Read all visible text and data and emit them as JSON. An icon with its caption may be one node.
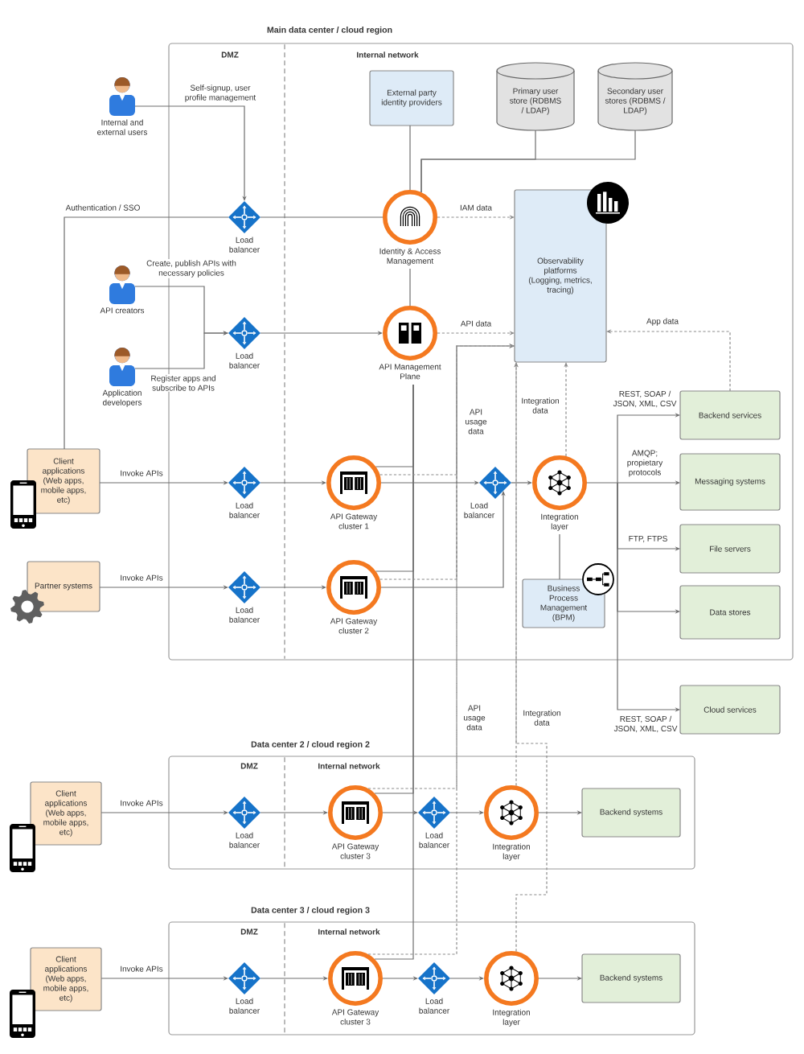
{
  "diagram": {
    "nodes": [
      {
        "text": [
          "Main data center / cloud region"
        ]
      },
      {
        "text": [
          "External party identity providers"
        ],
        "in": 0
      },
      {
        "text": [
          "Primary user store (RDBMS / LDAP)"
        ],
        "in": 0
      },
      {
        "text": [
          "Secondary user stores (RDBMS / LDAP)"
        ],
        "in": 0
      },
      {
        "text": [
          "Internal and external users"
        ]
      },
      {
        "text": [
          "Load balancer"
        ],
        "in": 0
      },
      {
        "text": [
          "Identity & Access Management"
        ],
        "in": 0
      },
      {
        "text": [
          "Observability platforms (Logging, metrics, tracing)"
        ],
        "in": 0
      },
      {
        "text": [
          "API creators"
        ]
      },
      {
        "text": [
          "Application developers"
        ]
      },
      {
        "text": [
          "Load balancer"
        ],
        "in": 0
      },
      {
        "text": [
          "API Management Plane"
        ],
        "in": 0
      },
      {
        "text": [
          "Backend services"
        ],
        "in": 0
      },
      {
        "text": [
          "Client applications (Web apps, mobile apps, etc)"
        ]
      },
      {
        "text": [
          "Load balancer"
        ],
        "in": 0
      },
      {
        "text": [
          "API Gateway cluster 1"
        ],
        "in": 0
      },
      {
        "text": [
          "Load balancer"
        ],
        "in": 0
      },
      {
        "text": [
          "Integration layer"
        ],
        "in": 0
      },
      {
        "text": [
          "Messaging systems"
        ],
        "in": 0
      },
      {
        "text": [
          "File servers"
        ],
        "in": 0
      },
      {
        "text": [
          "Partner systems"
        ]
      },
      {
        "text": [
          "Load balancer"
        ],
        "in": 0
      },
      {
        "text": [
          "API Gateway cluster 2"
        ],
        "in": 0
      },
      {
        "text": [
          "Business Process Management (BPM)"
        ],
        "in": 0
      },
      {
        "text": [
          "Data stores"
        ],
        "in": 0
      },
      {
        "text": [
          "Cloud services"
        ]
      },
      {
        "text": [
          "Data center 2 / cloud region 2"
        ]
      },
      {
        "text": [
          "Client applications (Web apps, mobile apps, etc)"
        ]
      },
      {
        "text": [
          "Load balancer"
        ],
        "in": 26
      },
      {
        "text": [
          "API Gateway cluster 3"
        ],
        "in": 26
      },
      {
        "text": [
          "Load balancer"
        ],
        "in": 26
      },
      {
        "text": [
          "Integration layer"
        ],
        "in": 26
      },
      {
        "text": [
          "Backend systems"
        ],
        "in": 26
      },
      {
        "text": [
          "Data center 3 / cloud region 3"
        ]
      },
      {
        "text": [
          "Client applications (Web apps, mobile apps, etc)"
        ]
      },
      {
        "text": [
          "Load balancer"
        ],
        "in": 33
      },
      {
        "text": [
          "API Gateway cluster 3"
        ],
        "in": 33
      },
      {
        "text": [
          "Load balancer"
        ],
        "in": 33
      },
      {
        "text": [
          "Integration layer"
        ],
        "in": 33
      },
      {
        "text": [
          "Backend systems"
        ],
        "in": 33
      }
    ],
    "edges": [
      {
        "from": 4,
        "to": 5,
        "arrow": "to",
        "label": "Self-signup, user profile management"
      },
      {
        "from": 13,
        "to": 5,
        "arrow": "none",
        "label": "Authentication / SSO"
      },
      {
        "from": 5,
        "to": 6,
        "arrow": "none"
      },
      {
        "from": 6,
        "to": 1,
        "arrow": "none"
      },
      {
        "from": 6,
        "to": 2,
        "arrow": "none"
      },
      {
        "from": 6,
        "to": 3,
        "arrow": "none"
      },
      {
        "from": 6,
        "to": 7,
        "arrow": "to",
        "style": "dashed",
        "label": "IAM data"
      },
      {
        "from": 8,
        "to": 10,
        "arrow": "to",
        "label": "Create, publish APIs with necessary policies"
      },
      {
        "from": 9,
        "to": 10,
        "arrow": "to",
        "label": "Register apps and subscribe to APIs"
      },
      {
        "from": 10,
        "to": 11,
        "arrow": "to"
      },
      {
        "from": 11,
        "to": 7,
        "arrow": "to",
        "style": "dashed",
        "label": "API data"
      },
      {
        "from": 6,
        "to": 11,
        "arrow": "none"
      },
      {
        "from": 12,
        "to": 7,
        "arrow": "to",
        "style": "dashed",
        "label": "App data"
      },
      {
        "from": 13,
        "to": 14,
        "arrow": "to",
        "label": "Invoke APIs"
      },
      {
        "from": 14,
        "to": 15,
        "arrow": "to"
      },
      {
        "from": 11,
        "to": 15,
        "arrow": "none"
      },
      {
        "from": 11,
        "to": 22,
        "arrow": "none"
      },
      {
        "from": 11,
        "to": 29,
        "arrow": "none"
      },
      {
        "from": 11,
        "to": 36,
        "arrow": "none"
      },
      {
        "from": 15,
        "to": 7,
        "arrow": "to",
        "style": "dashed",
        "label": "API usage data"
      },
      {
        "from": 22,
        "to": 7,
        "arrow": "to",
        "style": "dashed"
      },
      {
        "from": 29,
        "to": 7,
        "arrow": "to",
        "style": "dashed",
        "label": "API usage data"
      },
      {
        "from": 36,
        "to": 7,
        "arrow": "to",
        "style": "dashed"
      },
      {
        "from": 15,
        "to": 16,
        "arrow": "to"
      },
      {
        "from": 22,
        "to": 16,
        "arrow": "to"
      },
      {
        "from": 16,
        "to": 17,
        "arrow": "to"
      },
      {
        "from": 17,
        "to": 7,
        "arrow": "to",
        "style": "dashed",
        "label": "Integration data"
      },
      {
        "from": 31,
        "to": 7,
        "arrow": "to",
        "style": "dashed",
        "label": "Integration data"
      },
      {
        "from": 38,
        "to": 7,
        "arrow": "to",
        "style": "dashed"
      },
      {
        "from": 17,
        "to": 12,
        "arrow": "to",
        "label": "REST, SOAP / JSON, XML, CSV"
      },
      {
        "from": 17,
        "to": 18,
        "arrow": "to",
        "label": "AMQP; propietary protocols"
      },
      {
        "from": 17,
        "to": 19,
        "arrow": "to",
        "label": "FTP, FTPS"
      },
      {
        "from": 17,
        "to": 24,
        "arrow": "to"
      },
      {
        "from": 17,
        "to": 25,
        "arrow": "to",
        "label": "REST, SOAP / JSON, XML, CSV"
      },
      {
        "from": 17,
        "to": 23,
        "arrow": "none"
      },
      {
        "from": 20,
        "to": 21,
        "arrow": "to",
        "label": "Invoke APIs"
      },
      {
        "from": 21,
        "to": 22,
        "arrow": "to"
      },
      {
        "from": 27,
        "to": 28,
        "arrow": "to",
        "label": "Invoke APIs"
      },
      {
        "from": 28,
        "to": 29,
        "arrow": "to"
      },
      {
        "from": 29,
        "to": 30,
        "arrow": "to"
      },
      {
        "from": 30,
        "to": 31,
        "arrow": "to"
      },
      {
        "from": 31,
        "to": 32,
        "arrow": "to"
      },
      {
        "from": 34,
        "to": 35,
        "arrow": "to",
        "label": "Invoke APIs"
      },
      {
        "from": 35,
        "to": 36,
        "arrow": "to"
      },
      {
        "from": 36,
        "to": 37,
        "arrow": "to"
      },
      {
        "from": 37,
        "to": 38,
        "arrow": "to"
      },
      {
        "from": 38,
        "to": 39,
        "arrow": "to"
      }
    ],
    "labels": [
      "DMZ",
      "Internal network",
      "DMZ",
      "Internal network",
      "DMZ",
      "Internal network"
    ]
  }
}
